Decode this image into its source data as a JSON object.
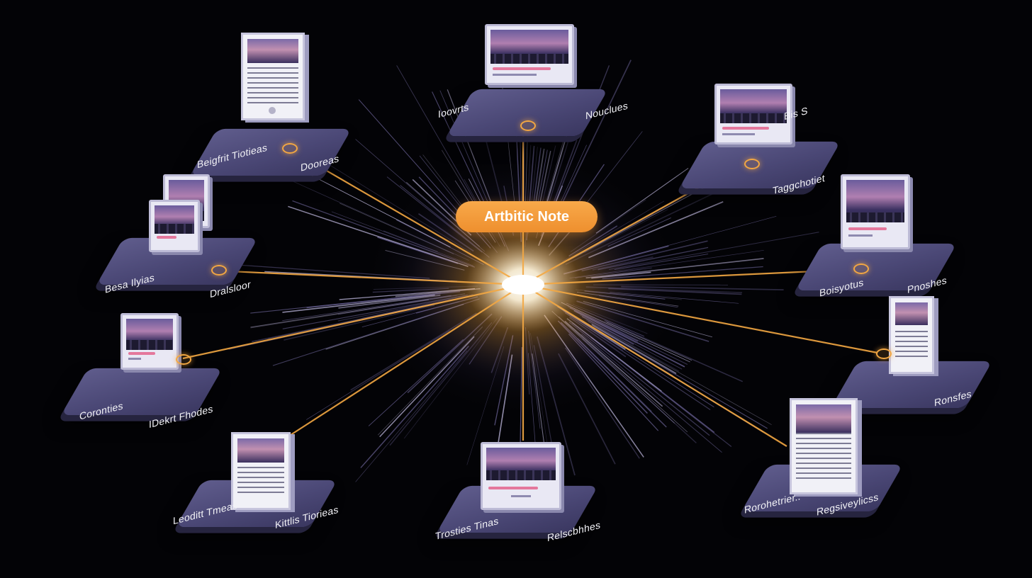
{
  "center": {
    "title": "Artbitic Note"
  },
  "colors": {
    "accent": "#f3a742",
    "platform": "#4a4775",
    "background": "#030306"
  },
  "nodes": [
    {
      "kind": "doc",
      "labels": [
        "Beigfrit Tiotieas",
        "Dooreas"
      ]
    },
    {
      "kind": "screen",
      "labels": [
        "Ioovrts",
        "Nouclues"
      ]
    },
    {
      "kind": "screen",
      "labels": [
        "Bis S"
      ]
    },
    {
      "kind": "screen",
      "labels": [
        "Taggchotiet"
      ]
    },
    {
      "kind": "screen",
      "labels": [
        "Besa Ilyias",
        "Dralsloor"
      ]
    },
    {
      "kind": "screen",
      "labels": [
        "Boisyotus",
        "Pnoshes"
      ]
    },
    {
      "kind": "screen",
      "labels": [
        "Coronties",
        "IDekrt Fhodes"
      ]
    },
    {
      "kind": "doc",
      "labels": [
        "Ronsfes"
      ]
    },
    {
      "kind": "doc",
      "labels": [
        "Leoditt Tmeas",
        "Kittlis Tiorieas"
      ]
    },
    {
      "kind": "screen",
      "labels": [
        "Trosties Tinas",
        "Relscbhhes"
      ]
    },
    {
      "kind": "doc",
      "labels": [
        "Rorohetrier..",
        "Regsiveylicss"
      ]
    }
  ]
}
